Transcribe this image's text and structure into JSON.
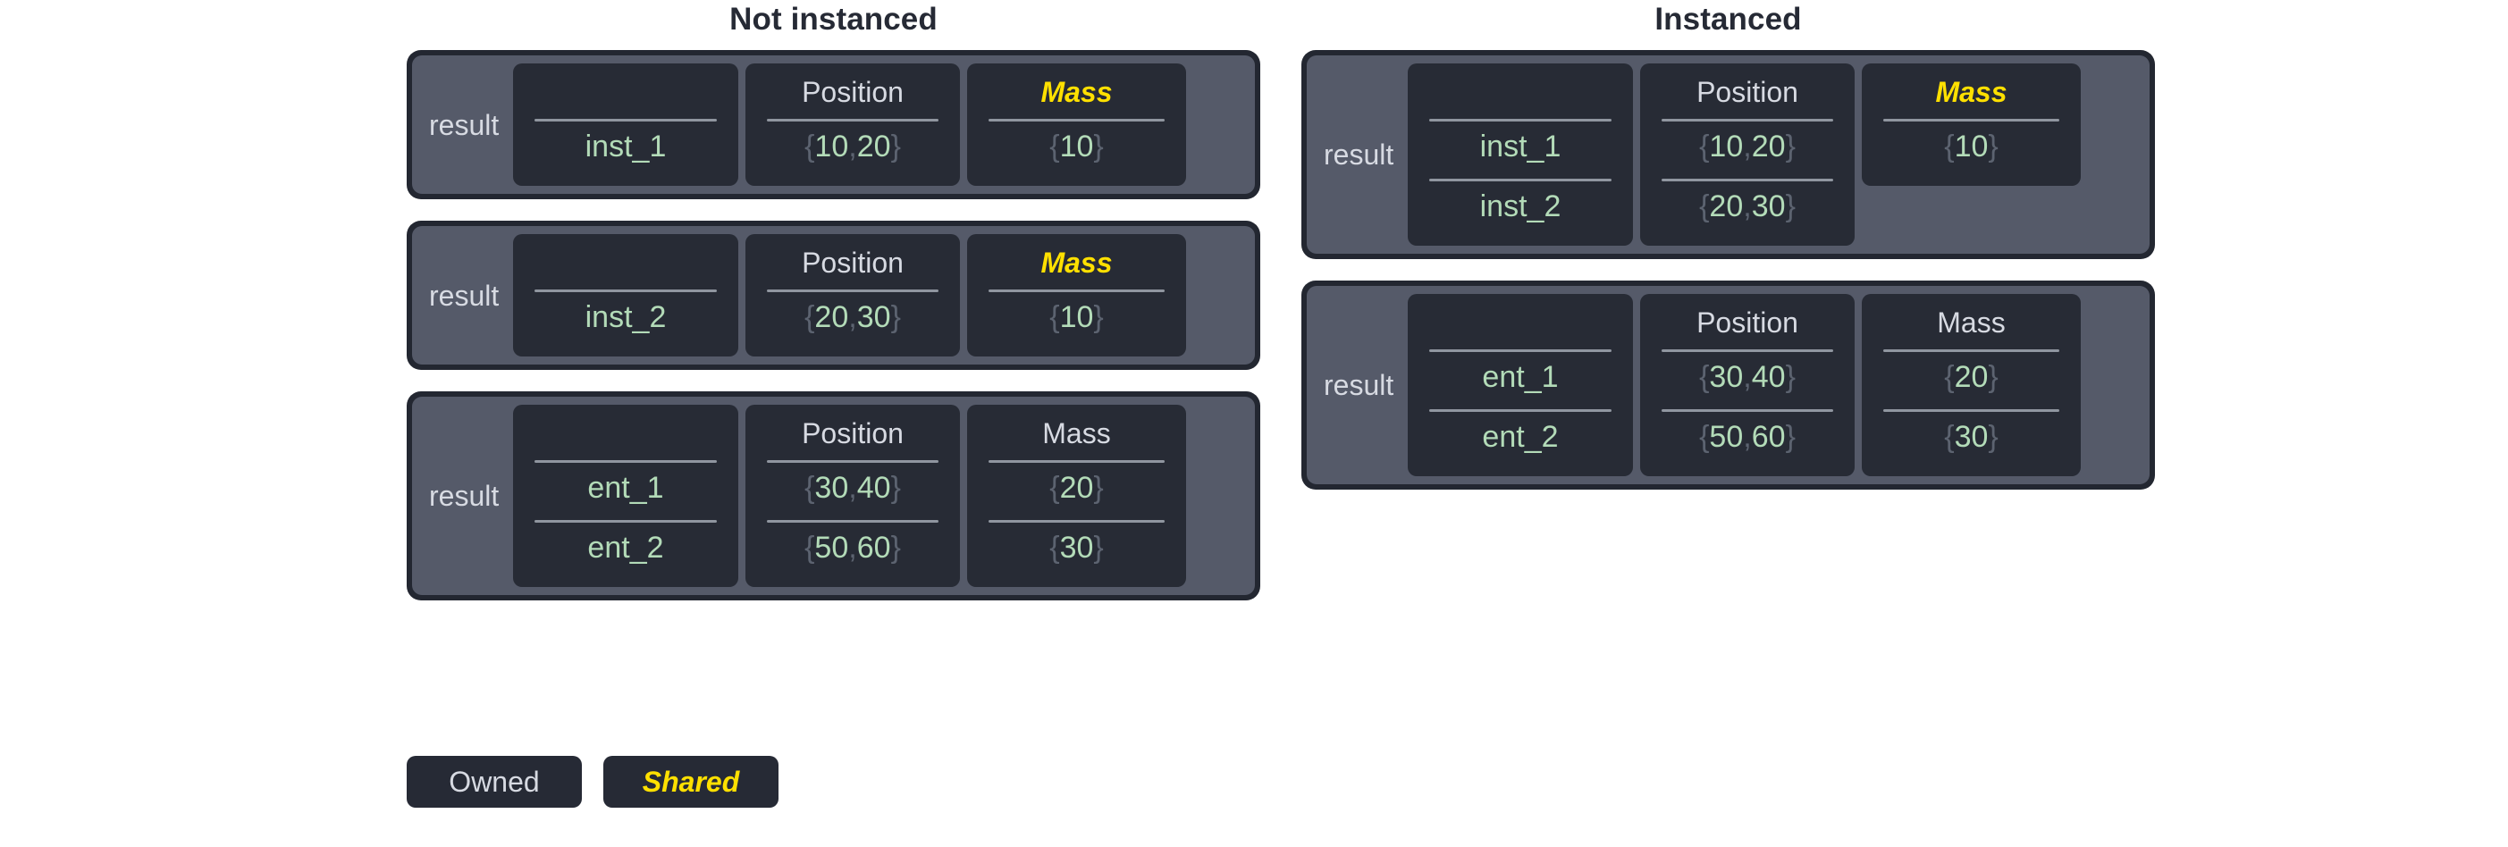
{
  "page": {
    "background": "#ffffff",
    "panel_color": "#555a69",
    "card_color": "#272b35",
    "frame_color": "#232731",
    "owned_color": "#d7dae2",
    "shared_color": "#ffe000",
    "value_color": "#b3dbb8",
    "brace_color": "#5c6370"
  },
  "columns": [
    {
      "title": "Not instanced",
      "tables": [
        {
          "row_label": "result",
          "headers": [
            {
              "text": "",
              "style": "empty"
            },
            {
              "text": "Position",
              "style": "owned"
            },
            {
              "text": "Mass",
              "style": "shared"
            }
          ],
          "rows": [
            {
              "name": "inst_1",
              "position": "{10, 20}",
              "mass": "{10}"
            }
          ],
          "mass_rowspan": 1
        },
        {
          "row_label": "result",
          "headers": [
            {
              "text": "",
              "style": "empty"
            },
            {
              "text": "Position",
              "style": "owned"
            },
            {
              "text": "Mass",
              "style": "shared"
            }
          ],
          "rows": [
            {
              "name": "inst_2",
              "position": "{20, 30}",
              "mass": "{10}"
            }
          ],
          "mass_rowspan": 1
        },
        {
          "row_label": "result",
          "headers": [
            {
              "text": "",
              "style": "empty"
            },
            {
              "text": "Position",
              "style": "owned"
            },
            {
              "text": "Mass",
              "style": "owned"
            }
          ],
          "rows": [
            {
              "name": "ent_1",
              "position": "{30, 40}",
              "mass": "{20}"
            },
            {
              "name": "ent_2",
              "position": "{50, 60}",
              "mass": "{30}"
            }
          ],
          "mass_rowspan": 2
        }
      ]
    },
    {
      "title": "Instanced",
      "tables": [
        {
          "row_label": "result",
          "headers": [
            {
              "text": "",
              "style": "empty"
            },
            {
              "text": "Position",
              "style": "owned"
            },
            {
              "text": "Mass",
              "style": "shared"
            }
          ],
          "rows": [
            {
              "name": "inst_1",
              "position": "{10, 20}",
              "mass": "{10}"
            },
            {
              "name": "inst_2",
              "position": "{20, 30}",
              "mass": null
            }
          ],
          "mass_rowspan": 1
        },
        {
          "row_label": "result",
          "headers": [
            {
              "text": "",
              "style": "empty"
            },
            {
              "text": "Position",
              "style": "owned"
            },
            {
              "text": "Mass",
              "style": "owned"
            }
          ],
          "rows": [
            {
              "name": "ent_1",
              "position": "{30, 40}",
              "mass": "{20}"
            },
            {
              "name": "ent_2",
              "position": "{50, 60}",
              "mass": "{30}"
            }
          ],
          "mass_rowspan": 2
        }
      ]
    }
  ],
  "legend": [
    {
      "label": "Owned",
      "style": "owned"
    },
    {
      "label": "Shared",
      "style": "shared"
    }
  ]
}
